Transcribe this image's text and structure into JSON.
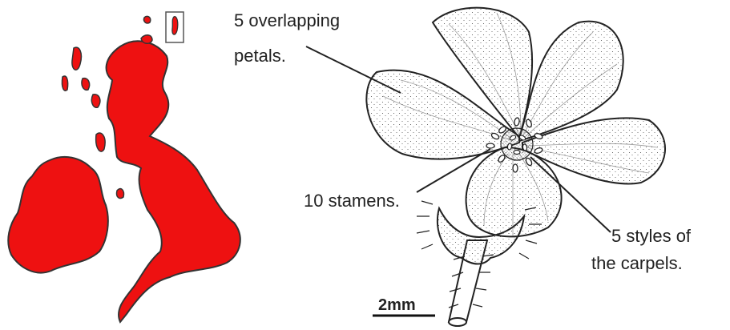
{
  "labels": {
    "petals_line1": "5 overlapping",
    "petals_line2": "petals.",
    "stamens": "10 stamens.",
    "styles_line1": "5 styles of",
    "styles_line2": "the carpels.",
    "scale": "2mm"
  },
  "colors": {
    "map_fill": "#ee1111",
    "outline": "#333333",
    "background": "#ffffff"
  }
}
